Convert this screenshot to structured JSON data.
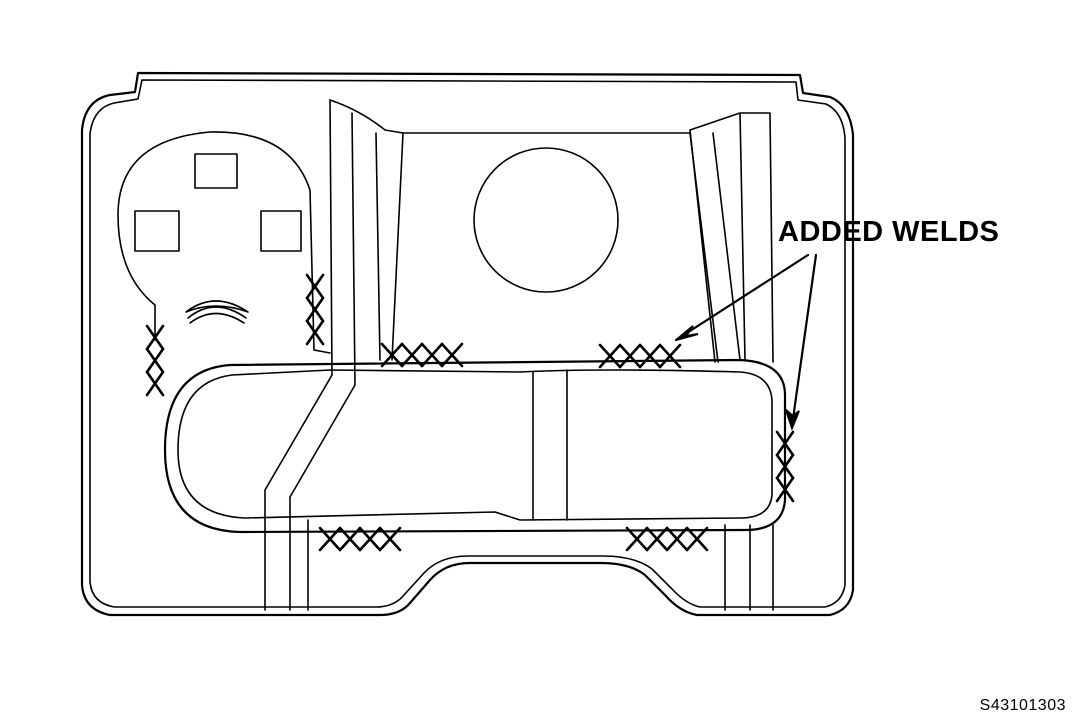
{
  "callout": {
    "label": "ADDED WELDS"
  },
  "figure": {
    "id": "S43101303"
  },
  "welds": {
    "horizontal_groups": 4,
    "vertical_groups": 3,
    "marks_per_horizontal_group": 4,
    "marks_per_vertical_group": 3
  }
}
